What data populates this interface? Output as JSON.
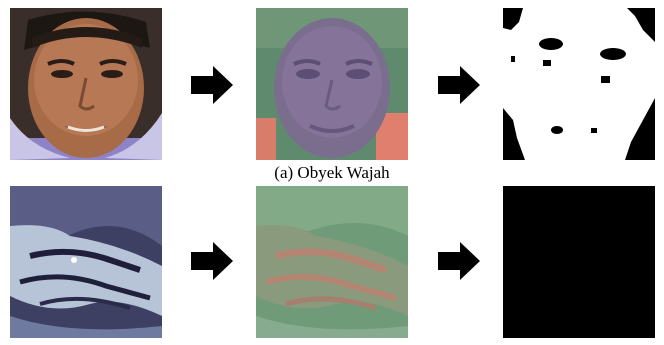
{
  "caption": "(a) Obyek Wajah",
  "rows": [
    {
      "name": "face-row",
      "stages": [
        "rgb-face-photo",
        "color-space-face",
        "binary-skin-mask"
      ]
    },
    {
      "name": "object-row",
      "stages": [
        "rgb-object-photo",
        "color-space-object",
        "binary-empty-mask"
      ]
    }
  ],
  "arrow_icon": "right-arrow-icon"
}
